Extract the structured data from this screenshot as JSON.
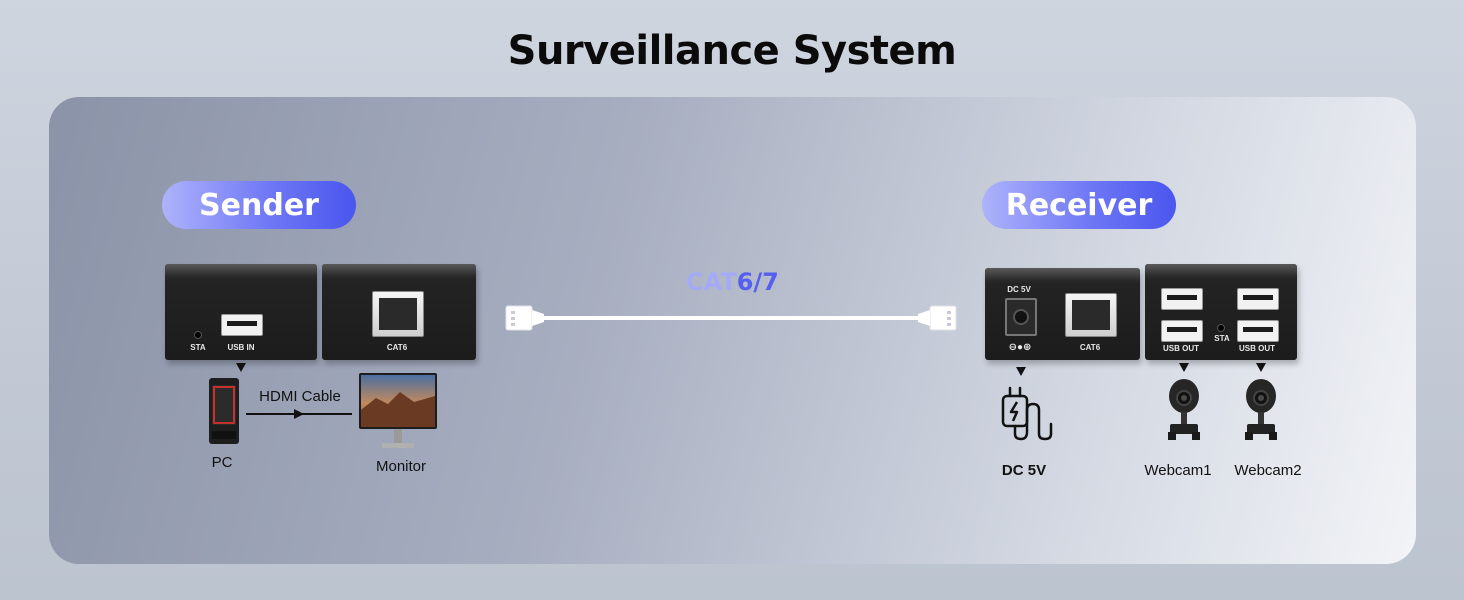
{
  "title": "Surveillance System",
  "sender": {
    "label": "Sender",
    "usb_unit": {
      "sta_label": "STA",
      "port_label": "USB IN"
    },
    "net_unit": {
      "port_label": "CAT6"
    },
    "pc_label": "PC",
    "cable_label": "HDMI Cable",
    "monitor_label": "Monitor"
  },
  "cable": {
    "label_prefix": "CAT",
    "label_suffix": "6/7"
  },
  "receiver": {
    "label": "Receiver",
    "net_unit": {
      "dc_label": "DC 5V",
      "port_label": "CAT6"
    },
    "usb_unit": {
      "port1_label": "USB OUT",
      "sta_label": "STA",
      "port2_label": "USB OUT"
    },
    "power_label": "DC 5V",
    "webcam1_label": "Webcam1",
    "webcam2_label": "Webcam2"
  },
  "colors": {
    "accent": "#4a56ee",
    "accent_light": "#aeb3fb",
    "device_body": "#1c1c1c",
    "cable": "#ffffff"
  },
  "icons": {
    "pc": "pc-tower-icon",
    "monitor": "monitor-icon",
    "power": "power-plug-icon",
    "webcam": "webcam-icon",
    "rj45_plug": "ethernet-plug-icon"
  }
}
